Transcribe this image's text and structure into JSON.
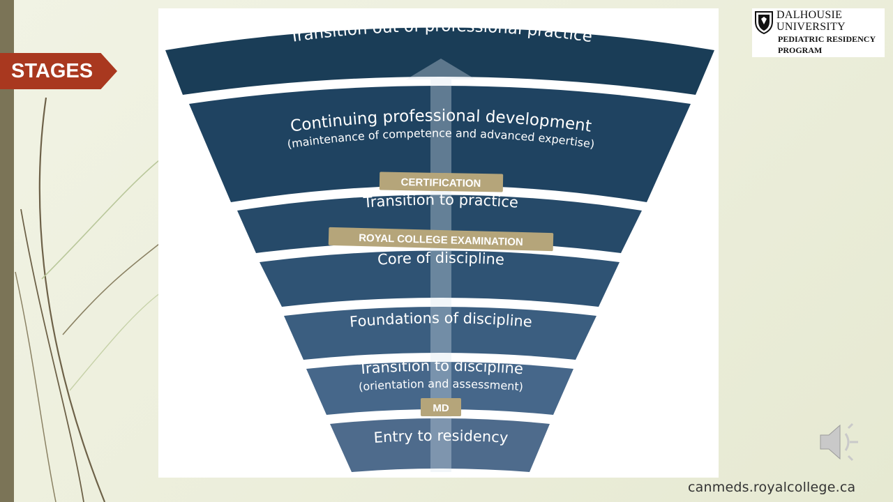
{
  "slide_title": "STAGES",
  "logo": {
    "university_line1": "DALHOUSIE",
    "university_line2": "UNIVERSITY",
    "program_line1": "PEDIATRIC RESIDENCY",
    "program_line2": "PROGRAM"
  },
  "funnel": {
    "stages": [
      {
        "title": "Transition out of professional practice",
        "subtitle": ""
      },
      {
        "title": "Continuing professional development",
        "subtitle": "(maintenance of competence and advanced expertise)"
      },
      {
        "title": "Transition to practice",
        "subtitle": ""
      },
      {
        "title": "Core of discipline",
        "subtitle": ""
      },
      {
        "title": "Foundations of discipline",
        "subtitle": ""
      },
      {
        "title": "Transition to discipline",
        "subtitle": "(orientation and assessment)"
      },
      {
        "title": "Entry to residency",
        "subtitle": ""
      }
    ],
    "milestones": [
      "CERTIFICATION",
      "ROYAL COLLEGE EXAMINATION",
      "MD"
    ]
  },
  "source_url": "canmeds.royalcollege.ca",
  "colors": {
    "title_tab": "#a9381f",
    "left_bar": "#7b7457",
    "milestone_gold": "#b5a57a",
    "band_dark": "#1a3d57",
    "band_light": "#4e6b8c"
  },
  "icons": [
    "shield-crest-icon",
    "speaker-icon"
  ]
}
